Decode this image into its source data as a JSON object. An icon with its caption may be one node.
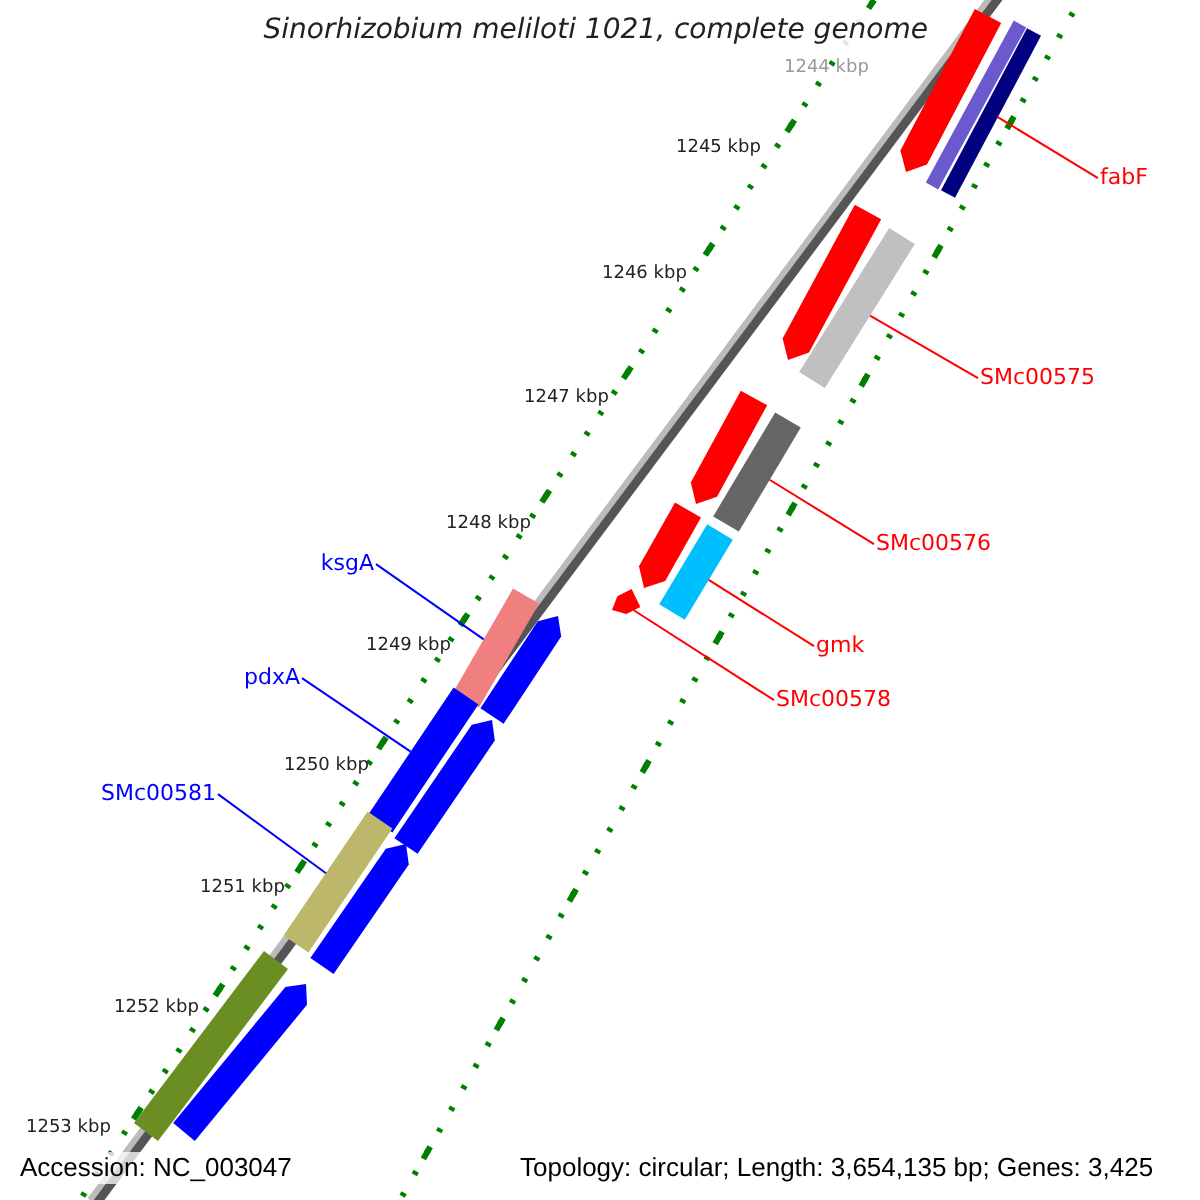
{
  "diagram": {
    "title": "Sinorhizobium meliloti 1021, complete genome",
    "nodes": [
      {
        "text": [
          "fabF"
        ]
      },
      {
        "text": [],
        "shape": "bar"
      },
      {
        "text": [
          "SMc00575"
        ]
      },
      {
        "text": [],
        "shape": "bar"
      },
      {
        "text": [
          "SMc00576"
        ]
      },
      {
        "text": [],
        "shape": "bar"
      },
      {
        "text": [
          "gmk"
        ]
      },
      {
        "text": [],
        "shape": "bar"
      },
      {
        "text": [
          "SMc00578"
        ]
      },
      {
        "text": [],
        "shape": "triangle"
      },
      {
        "text": [
          "ksgA"
        ]
      },
      {
        "text": [],
        "shape": "bar"
      },
      {
        "text": [
          "pdxA"
        ]
      },
      {
        "text": [],
        "shape": "bar"
      },
      {
        "text": [
          "SMc00581"
        ]
      },
      {
        "text": [],
        "shape": "bar"
      }
    ],
    "edges": [
      {
        "from": 0,
        "to": 1,
        "arrow": "none",
        "color": "#ff0000"
      },
      {
        "from": 2,
        "to": 3,
        "arrow": "none",
        "color": "#ff0000"
      },
      {
        "from": 4,
        "to": 5,
        "arrow": "none",
        "color": "#ff0000"
      },
      {
        "from": 6,
        "to": 7,
        "arrow": "none",
        "color": "#ff0000"
      },
      {
        "from": 8,
        "to": 9,
        "arrow": "none",
        "color": "#ff0000"
      },
      {
        "from": 10,
        "to": 11,
        "arrow": "none",
        "color": "#0000ff"
      },
      {
        "from": 12,
        "to": 13,
        "arrow": "none",
        "color": "#0000ff"
      },
      {
        "from": 14,
        "to": 15,
        "arrow": "none",
        "color": "#0000ff"
      }
    ],
    "labels": [
      "1244 kbp",
      "1245 kbp",
      "1246 kbp",
      "1247 kbp",
      "1248 kbp",
      "1249 kbp",
      "1250 kbp",
      "1251 kbp",
      "1252 kbp",
      "1253 kbp",
      "Accession: NC_003047",
      "Topology: circular; Length: 3,654,135 bp; Genes: 3,425"
    ]
  }
}
